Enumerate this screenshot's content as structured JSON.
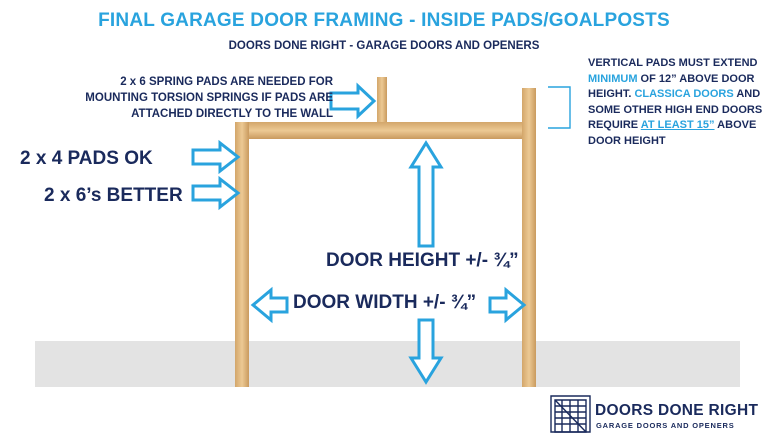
{
  "title": "FINAL GARAGE DOOR FRAMING - INSIDE PADS/GOALPOSTS",
  "subtitle": "DOORS DONE RIGHT - GARAGE DOORS AND OPENERS",
  "spring_note": {
    "line1": "2 x 6 SPRING PADS ARE NEEDED FOR",
    "line2": "MOUNTING TORSION SPRINGS IF PADS ARE",
    "line3": "ATTACHED DIRECTLY TO THE WALL"
  },
  "pads_4_label": "2 x 4 PADS OK",
  "pads_6_label": "2 x 6’s BETTER",
  "door_height_label": "DOOR HEIGHT +/- ¾”",
  "door_width_label": "DOOR WIDTH +/- ¾”",
  "vertical_note": {
    "p1": "VERTICAL PADS MUST EXTEND ",
    "p2": "MINIMUM",
    "p3": " OF 12” ABOVE DOOR HEIGHT. ",
    "p4": "CLASSICA DOORS",
    "p5": " AND SOME OTHER HIGH END DOORS REQUIRE ",
    "p6": "AT LEAST 15”",
    "p7": " ABOVE DOOR HEIGHT"
  },
  "logo": {
    "main": "DOORS DONE RIGHT",
    "tagline": "GARAGE DOORS AND OPENERS"
  },
  "colors": {
    "accent_blue": "#29a3de",
    "navy": "#1a2a5c",
    "wood": "#e2bd86",
    "floor": "#e3e3e3"
  }
}
